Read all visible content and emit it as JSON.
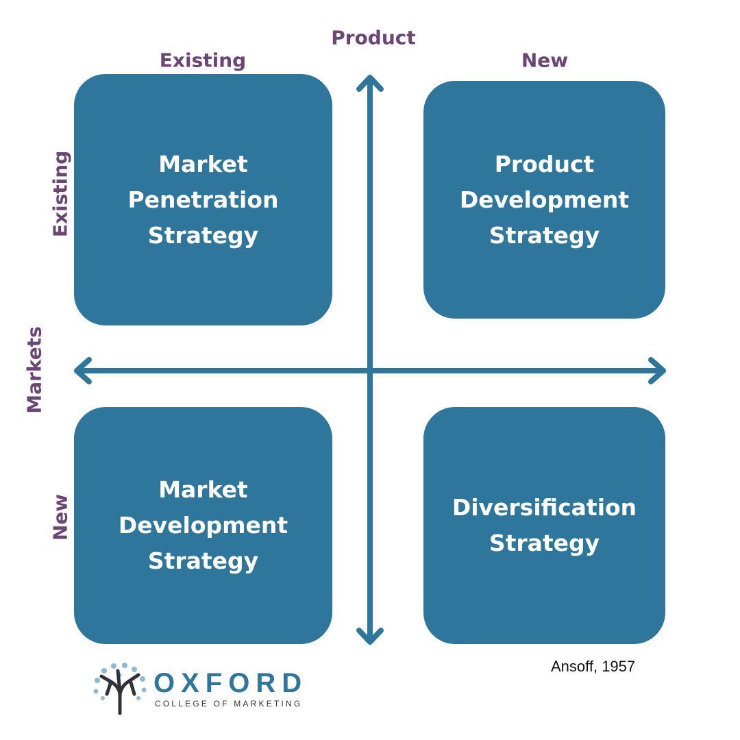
{
  "colors": {
    "box": "#2f769c",
    "label": "#6b4574",
    "axis": "#2f769c"
  },
  "axes": {
    "product": "Product",
    "product_existing": "Existing",
    "product_new": "New",
    "markets": "Markets",
    "markets_existing": "Existing",
    "markets_new": "New"
  },
  "quadrants": [
    {
      "lines": [
        "Market",
        "Penetration",
        "Strategy"
      ]
    },
    {
      "lines": [
        "Product",
        "Development",
        "Strategy"
      ]
    },
    {
      "lines": [
        "Market",
        "Development",
        "Strategy"
      ]
    },
    {
      "lines": [
        "Diversification",
        "Strategy"
      ]
    }
  ],
  "citation": "Ansoff, 1957",
  "logo": {
    "name": "OXFORD",
    "tagline": "COLLEGE OF MARKETING",
    "icon": "tree-icon"
  }
}
